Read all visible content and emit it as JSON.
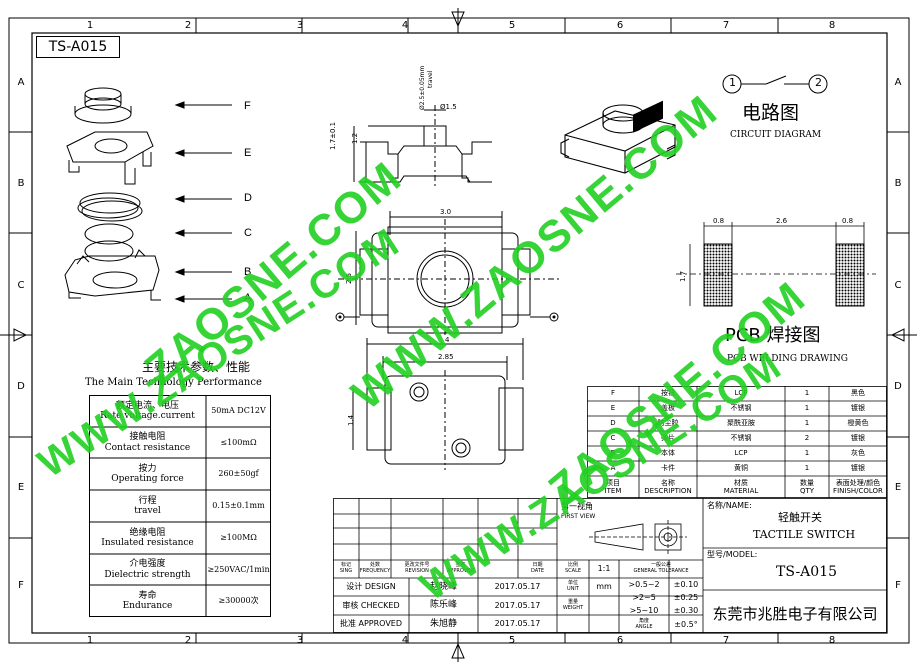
{
  "title_box": "TS-A015",
  "zones": {
    "cols": [
      "1",
      "2",
      "3",
      "4",
      "5",
      "6",
      "7",
      "8"
    ],
    "rows": [
      "A",
      "B",
      "C",
      "D",
      "E",
      "F"
    ]
  },
  "parts_labels": [
    "F",
    "E",
    "D",
    "C",
    "B",
    "A"
  ],
  "circuit": {
    "title_cn": "电路图",
    "title_en": "CIRCUIT DIAGRAM",
    "pin1": "1",
    "pin2": "2"
  },
  "pcb": {
    "title_cn": "PCB 焊接图",
    "title_en": "PCB WELDING DRAWING",
    "dims": [
      "0.8",
      "2.6",
      "0.8",
      "1.7"
    ]
  },
  "dims": {
    "side": [
      "Ø2.5±0.05mm",
      "travel",
      "Ø1.5",
      "1.7±0.1",
      "1.2"
    ],
    "top": [
      "3.0",
      "2.5"
    ],
    "bottom": [
      "4",
      "2.85",
      "1.4"
    ]
  },
  "performance": {
    "title_cn": "主要技术参数、性能",
    "title_en": "The Main Technology Performance",
    "rows": [
      {
        "cn": "额定电流、电压",
        "en": "Rate voltage.current",
        "val": "50mA DC12V"
      },
      {
        "cn": "接触电阻",
        "en": "Contact resistance",
        "val": "≤100mΩ"
      },
      {
        "cn": "按力",
        "en": "Operating force",
        "val": "260±50gf"
      },
      {
        "cn": "行程",
        "en": "travel",
        "val": "0.15±0.1mm"
      },
      {
        "cn": "绝缘电阻",
        "en": "Insulated resistance",
        "val": "≥100MΩ"
      },
      {
        "cn": "介电强度",
        "en": "Dielectric strength",
        "val": "≥250VAC/1min"
      },
      {
        "cn": "寿命",
        "en": "Endurance",
        "val": "≥30000次"
      }
    ]
  },
  "bom": {
    "rows": [
      {
        "item": "F",
        "name": "按钮",
        "mat": "LCP",
        "qty": "1",
        "finish": "黑色"
      },
      {
        "item": "E",
        "name": "盖板",
        "mat": "不锈钢",
        "qty": "1",
        "finish": "镀银"
      },
      {
        "item": "D",
        "name": "防尘胶",
        "mat": "聚酰亚胺",
        "qty": "1",
        "finish": "橙黄色"
      },
      {
        "item": "C",
        "name": "弹片",
        "mat": "不锈钢",
        "qty": "2",
        "finish": "镀银"
      },
      {
        "item": "B",
        "name": "本体",
        "mat": "LCP",
        "qty": "1",
        "finish": "灰色"
      },
      {
        "item": "A",
        "name": "卡件",
        "mat": "黄铜",
        "qty": "1",
        "finish": "镀银"
      }
    ],
    "header": [
      {
        "cn": "项目",
        "en": "ITEM"
      },
      {
        "cn": "名称",
        "en": "DESCRIPTION"
      },
      {
        "cn": "材质",
        "en": "MATERIAL"
      },
      {
        "cn": "数量",
        "en": "QTY"
      },
      {
        "cn": "表面处理/颜色",
        "en": "FINISH/COLOR"
      }
    ]
  },
  "titleblock": {
    "first_view_cn": "第一视角",
    "first_view_en": "FIRST VIEW",
    "name_label": "名称/NAME:",
    "name_cn": "轻触开关",
    "name_en": "TACTILE SWITCH",
    "model_label": "型号/MODEL:",
    "model": "TS-A015",
    "company": "东莞市兆胜电子有限公司",
    "hdr": [
      {
        "cn": "标记",
        "en": "SING"
      },
      {
        "cn": "处数",
        "en": "FREQUENCY"
      },
      {
        "cn": "更改文件号",
        "en": "REVISION"
      },
      {
        "cn": "签名",
        "en": "APPROVED"
      },
      {
        "cn": "日期",
        "en": "DATE"
      },
      {
        "cn": "比例",
        "en": "SCALE"
      },
      {
        "cn": "一般公差",
        "en": "GENERAL TOLERANCE"
      }
    ],
    "scale": "1:1",
    "unit_cn": "单位",
    "unit_en": "UNIT",
    "unit": "mm",
    "weight_cn": "重量",
    "weight_en": "WEIGHT",
    "angle_cn": "角度",
    "angle_en": "ANGLE",
    "sign": [
      {
        "role": "设计 DESIGN",
        "name": "赵晓峰",
        "date": "2017.05.17"
      },
      {
        "role": "审核 CHECKED",
        "name": "陈乐峰",
        "date": "2017.05.17"
      },
      {
        "role": "批准 APPROVED",
        "name": "朱旭静",
        "date": "2017.05.17"
      }
    ],
    "tol": [
      {
        "range": ">0.5~2",
        "tol": "±0.10"
      },
      {
        "range": ">2~5",
        "tol": "±0.25"
      },
      {
        "range": ">5~10",
        "tol": "±0.30"
      },
      {
        "range": "",
        "tol": "±0.5°"
      }
    ]
  },
  "watermark": [
    "WWW.ZAOSNE.COM",
    "ZAOSNE.COM",
    "WWW.ZAOSNE.COM",
    "WWW.ZAOSNE.COM",
    "ZAOSNE.COM"
  ]
}
